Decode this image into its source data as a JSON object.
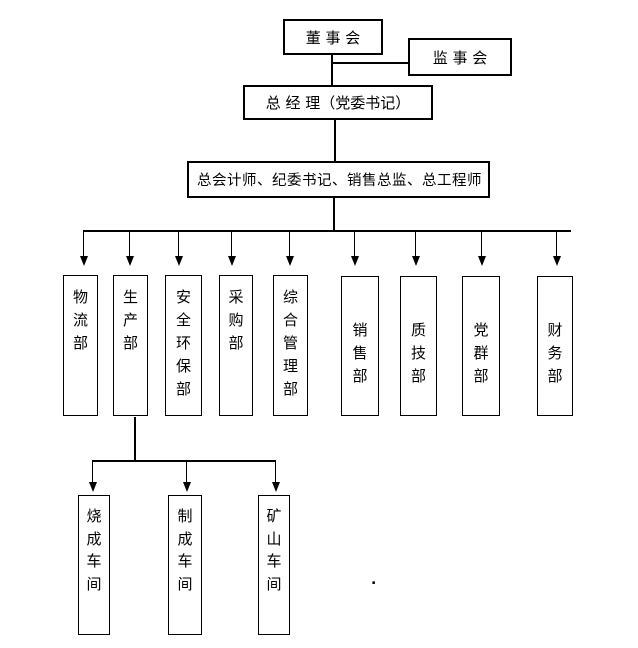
{
  "org": {
    "board_label": "董 事 会",
    "supervisory_label": "监 事 会",
    "general_manager_label": "总 经 理（党委书记）",
    "executives_label": "总会计师、纪委书记、销售总监、总工程师",
    "departments": [
      {
        "label": "物流部"
      },
      {
        "label": "生产部"
      },
      {
        "label": "安全环保部"
      },
      {
        "label": "采购部"
      },
      {
        "label": "综合管理部"
      },
      {
        "label": "销售部"
      },
      {
        "label": "质技部"
      },
      {
        "label": "党群部"
      },
      {
        "label": "财务部"
      }
    ],
    "production_workshops": [
      {
        "label": "烧成车间"
      },
      {
        "label": "制成车间"
      },
      {
        "label": "矿山车间"
      }
    ],
    "stray_mark": "."
  },
  "colors": {
    "line": "#000000",
    "text": "#000000",
    "background": "#ffffff"
  }
}
